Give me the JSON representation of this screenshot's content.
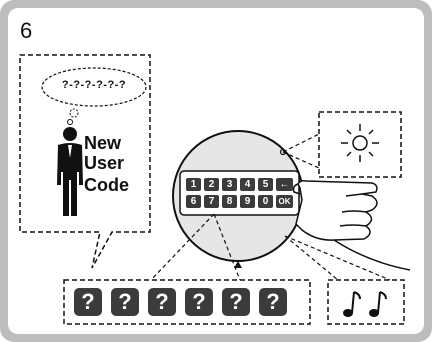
{
  "step_number": "6",
  "thought_bubble": {
    "text": "?-?-?-?-?-?"
  },
  "person_label": {
    "line1": "New",
    "line2": "User",
    "line3": "Code"
  },
  "keypad": {
    "row1": [
      "1",
      "2",
      "3",
      "4",
      "5",
      "←"
    ],
    "row2": [
      "6",
      "7",
      "8",
      "9",
      "0",
      "OK"
    ]
  },
  "code_entry": {
    "digits": [
      "?",
      "?",
      "?",
      "?",
      "?",
      "?"
    ]
  },
  "indicators": {
    "light": "led-flash-icon",
    "sound": "double-beep-icon"
  },
  "colors": {
    "frame": "#bdbdbd",
    "keypad": "#3b3b3b",
    "dial": "#e6e6e6"
  }
}
